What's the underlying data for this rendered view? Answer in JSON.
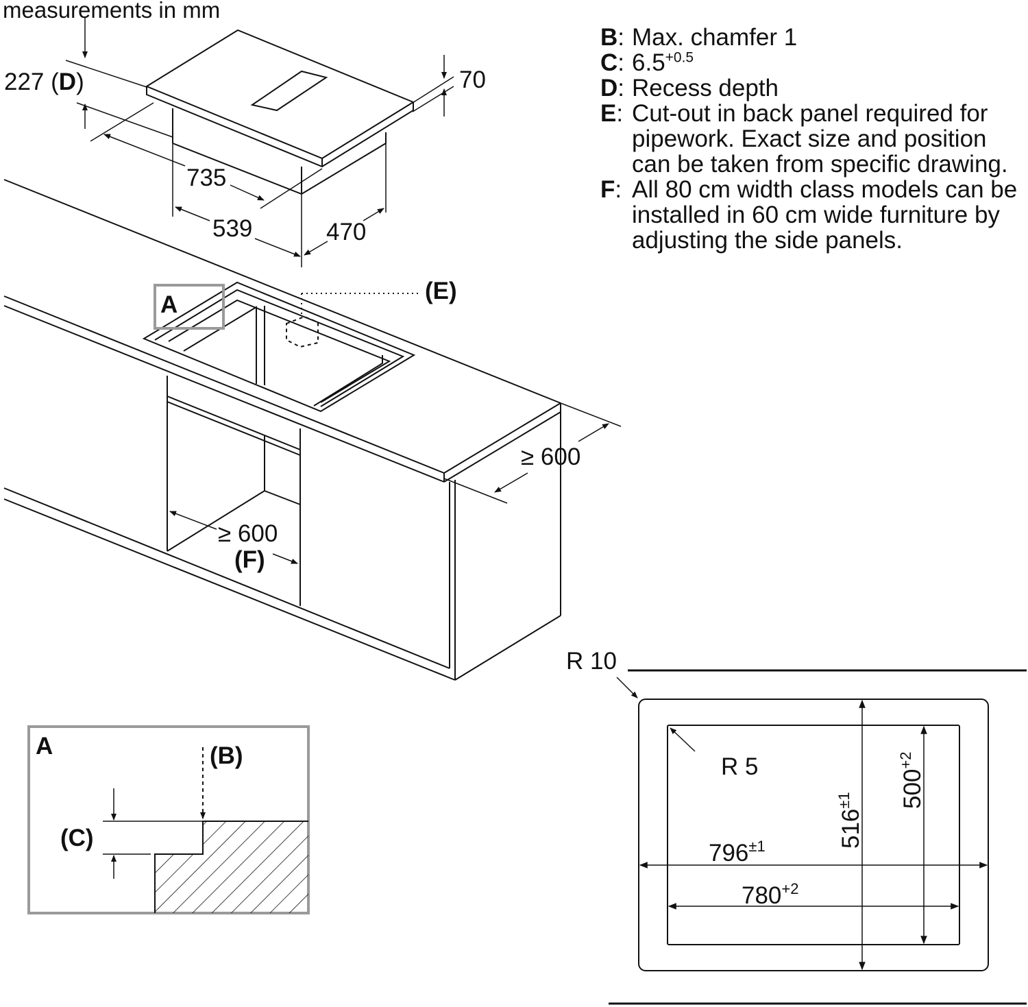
{
  "title": "measurements in mm",
  "notes": [
    {
      "key": "B",
      "text": "Max. chamfer 1"
    },
    {
      "key": "C",
      "text": "6.5",
      "sup": "+0.5"
    },
    {
      "key": "D",
      "text": "Recess depth"
    },
    {
      "key": "E",
      "text": "Cut-out in back panel required for pipework. Exact size and position can be taken from specific drawing."
    },
    {
      "key": "F",
      "text": "All 80 cm width class models can be installed in 60 cm wide furniture by adjusting the side panels."
    }
  ],
  "appliance_dims": {
    "depth_value": "227 (",
    "depth_key": "D",
    "depth_close": ")",
    "glass_thickness": "70",
    "width": "735",
    "body_width": "539",
    "body_depth": "470"
  },
  "worktop": {
    "detail_label": "A",
    "cutout_note": "(E)",
    "depth_min": "≥ 600",
    "cabinet_width_min": "≥ 600",
    "cabinet_note": "(F)"
  },
  "detail_a": {
    "label": "A",
    "chamfer_label": "(B)",
    "recess_label": "(C)"
  },
  "cutout": {
    "outer_radius": "R 10",
    "inner_radius": "R 5",
    "outer_width": "796",
    "outer_width_tol": "±1",
    "outer_height": "516",
    "outer_height_tol": "±1",
    "inner_width": "780",
    "inner_width_tol": "+2",
    "inner_height": "500",
    "inner_height_tol": "+2"
  }
}
